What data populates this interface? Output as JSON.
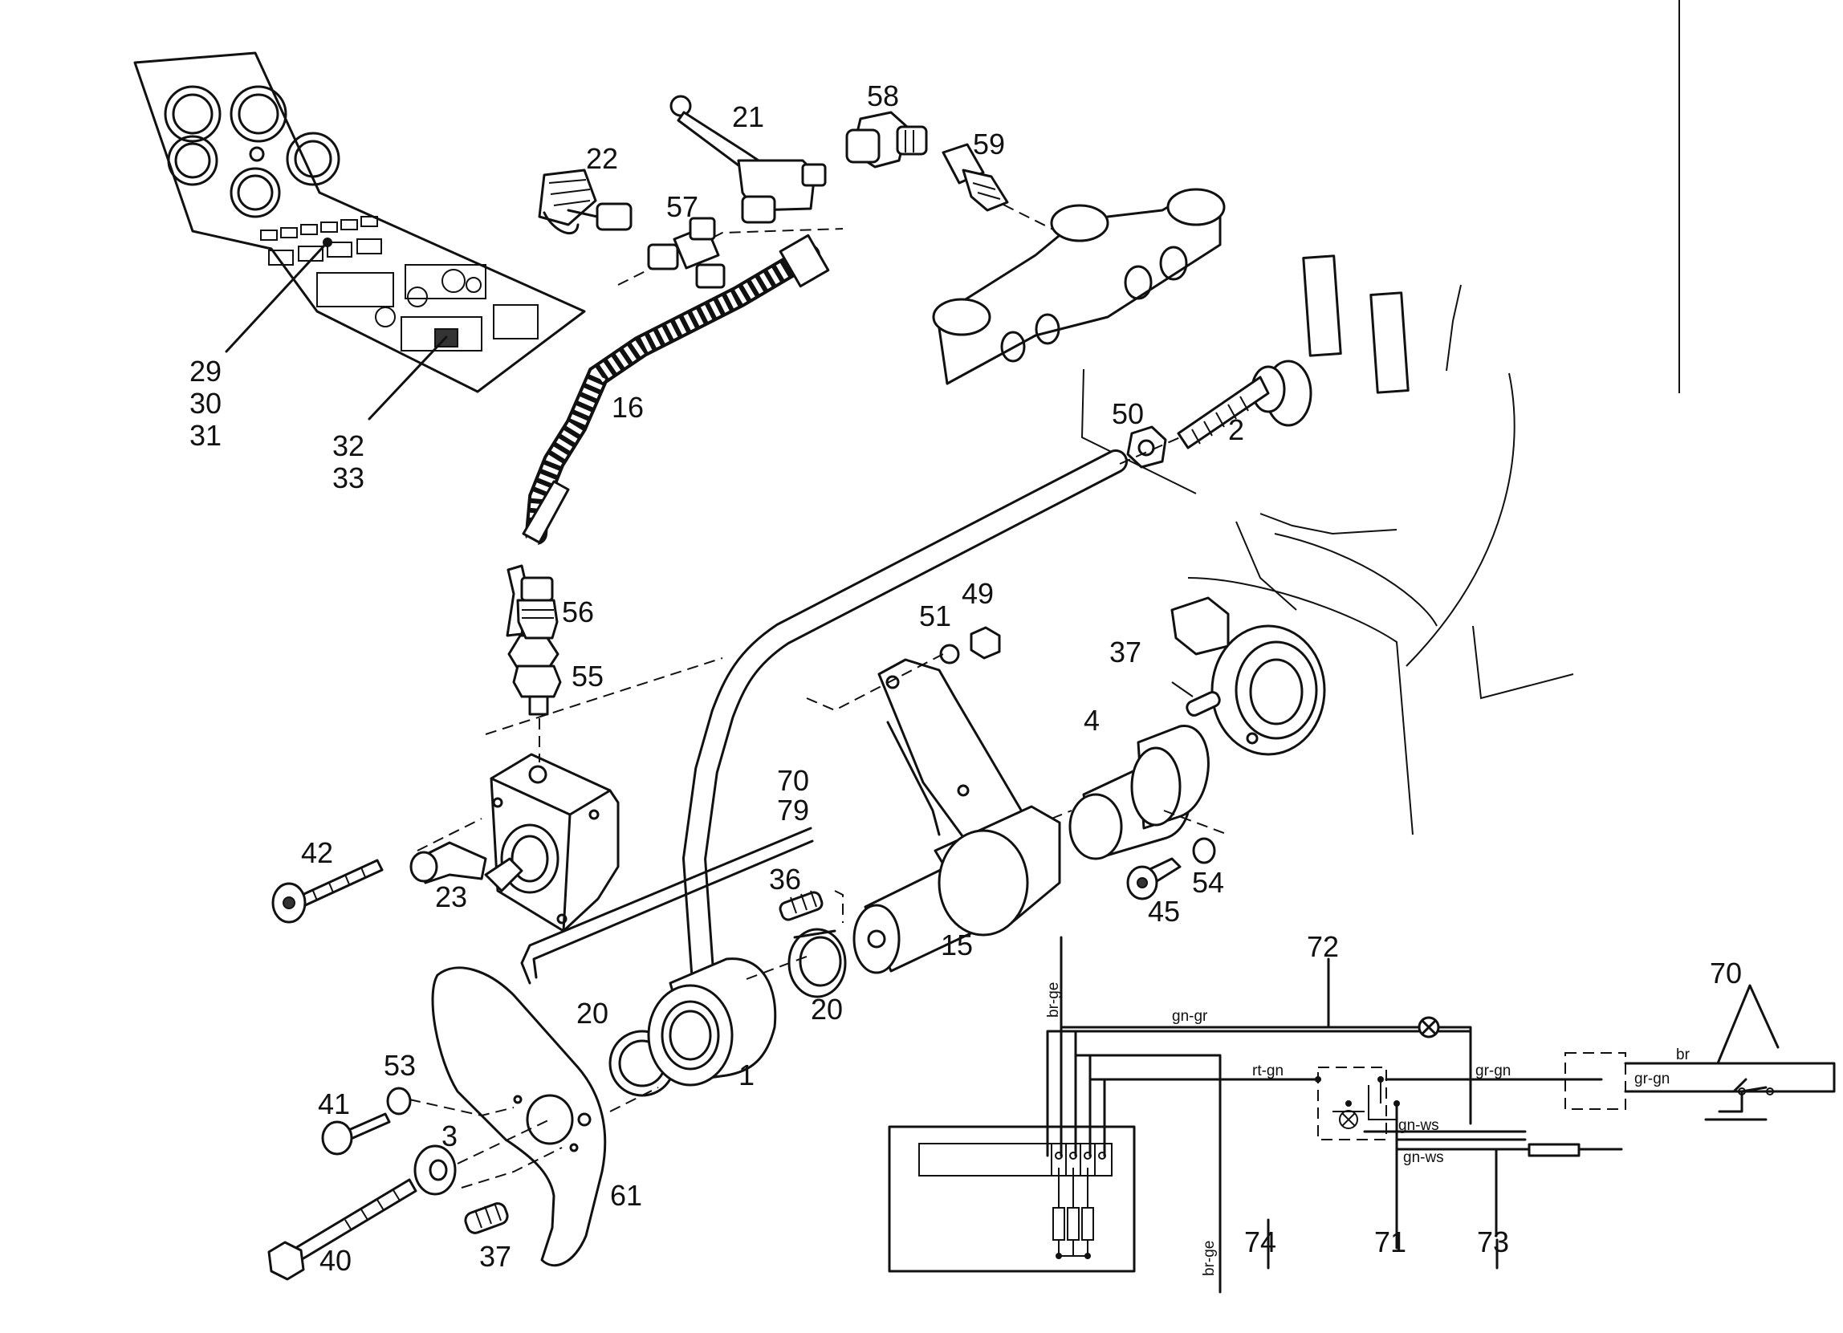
{
  "callouts": {
    "c29": "29",
    "c30": "30",
    "c31": "31",
    "c32": "32",
    "c33": "33",
    "c16": "16",
    "c21": "21",
    "c22": "22",
    "c57": "57",
    "c58": "58",
    "c59": "59",
    "c50": "50",
    "c2": "2",
    "c56": "56",
    "c55": "55",
    "c51": "51",
    "c49": "49",
    "c37a": "37",
    "c4": "4",
    "c70": "70",
    "c79": "79",
    "c42": "42",
    "c23": "23",
    "c36": "36",
    "c15": "15",
    "c54": "54",
    "c45": "45",
    "c20a": "20",
    "c20b": "20",
    "c1": "1",
    "c53": "53",
    "c41": "41",
    "c3": "3",
    "c61": "61",
    "c40": "40",
    "c37b": "37"
  },
  "wiring": {
    "ref_72": "72",
    "ref_70": "70",
    "ref_74": "74",
    "ref_71": "71",
    "ref_73": "73",
    "w_brge_top": "br-ge",
    "w_gngr": "gn-gr",
    "w_rtgn": "rt-gn",
    "w_grgn": "gr-gn",
    "w_gnws1": "gn-ws",
    "w_gnws2": "gn-ws",
    "w_brge_bottom": "br-ge",
    "w_br": "br",
    "w_grgn2": "gr-gn"
  }
}
